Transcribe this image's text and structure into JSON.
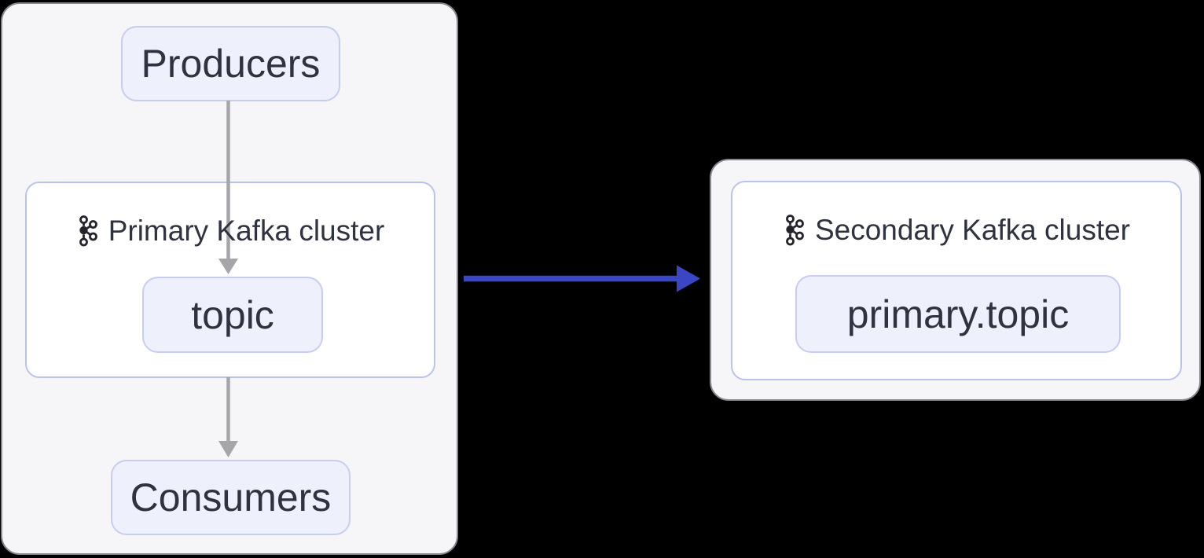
{
  "diagram": {
    "description": "Kafka topic mirroring from a primary cluster to a secondary cluster",
    "background": "#000000"
  },
  "colors": {
    "panel-bg": "#f6f6f8",
    "panel-border": "#86868e",
    "cluster-border": "#b9c3ea",
    "node-bg": "#eef1fb",
    "node-border": "#c6cdf1",
    "ink": "#2f3240",
    "arrow-gray": "#a6a6aa",
    "arrow-blue": "#3a46c3"
  },
  "primary_panel": {
    "cluster_label": "Primary Kafka cluster",
    "cluster_icon": "kafka-icon",
    "nodes": {
      "producers": "Producers",
      "topic": "topic",
      "consumers": "Consumers"
    }
  },
  "secondary_panel": {
    "cluster_label": "Secondary Kafka cluster",
    "cluster_icon": "kafka-icon",
    "nodes": {
      "mirrored_topic": "primary.topic"
    }
  },
  "edges": [
    {
      "from": "Producers",
      "to": "topic",
      "style": "arrow",
      "color": "#a6a6aa"
    },
    {
      "from": "topic",
      "to": "Consumers",
      "style": "arrow",
      "color": "#a6a6aa"
    },
    {
      "from": "Primary Kafka cluster",
      "to": "Secondary Kafka cluster",
      "style": "arrow",
      "color": "#3a46c3"
    }
  ]
}
